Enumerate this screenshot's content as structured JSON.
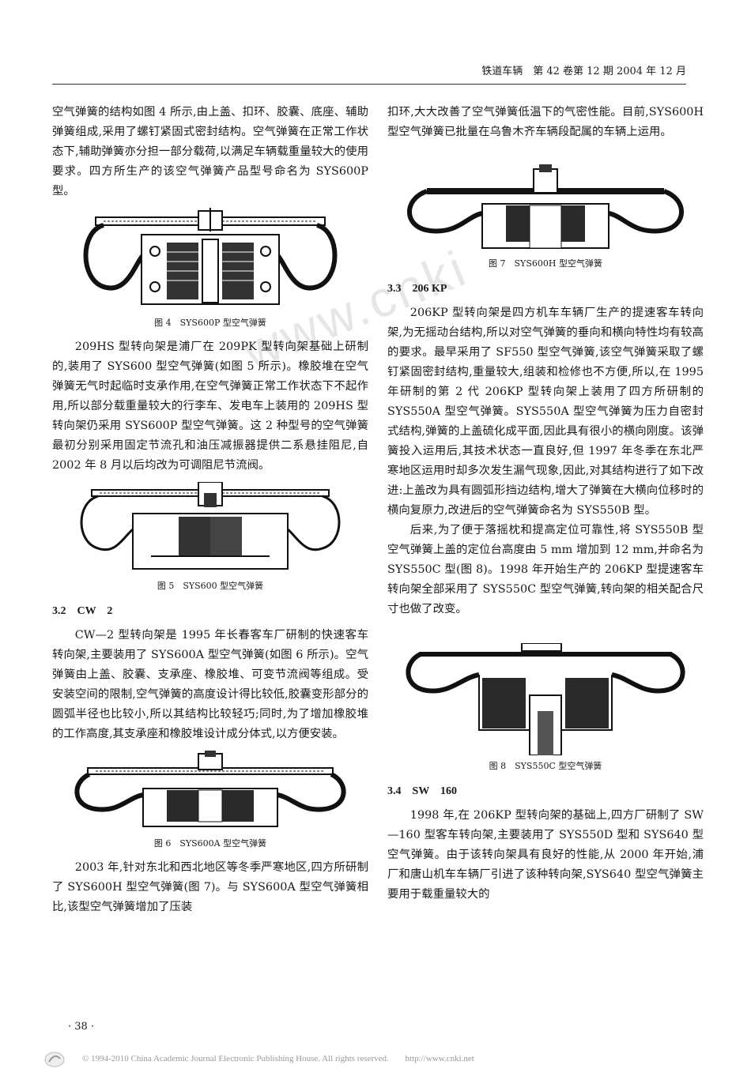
{
  "header": {
    "journal": "铁道车辆　第 42 卷第 12 期 2004 年 12 月"
  },
  "left": {
    "p1": "空气弹簧的结构如图 4 所示,由上盖、扣环、胶囊、底座、辅助弹簧组成,采用了螺钉紧固式密封结构。空气弹簧在正常工作状态下,辅助弹簧亦分担一部分载荷,以满足车辆载重量较大的使用要求。四方所生产的该空气弹簧产品型号命名为 SYS600P 型。",
    "fig4": "图 4　SYS600P 型空气弹簧",
    "p2": "209HS 型转向架是浦厂在 209PK 型转向架基础上研制的,装用了 SYS600 型空气弹簧(如图 5 所示)。橡胶堆在空气弹簧无气时起临时支承作用,在空气弹簧正常工作状态下不起作用,所以部分载重量较大的行李车、发电车上装用的 209HS 型转向架仍采用 SYS600P 型空气弹簧。这 2 种型号的空气弹簧最初分别采用固定节流孔和油压减振器提供二系悬挂阻尼,自 2002 年 8 月以后均改为可调阻尼节流阀。",
    "fig5": "图 5　SYS600 型空气弹簧",
    "sec32": "3.2　CW　2",
    "p3": "CW—2 型转向架是 1995 年长春客车厂研制的快速客车转向架,主要装用了 SYS600A 型空气弹簧(如图 6 所示)。空气弹簧由上盖、胶囊、支承座、橡胶堆、可变节流阀等组成。受安装空间的限制,空气弹簧的高度设计得比较低,胶囊变形部分的圆弧半径也比较小,所以其结构比较轻巧;同时,为了增加橡胶堆的工作高度,其支承座和橡胶堆设计成分体式,以方便安装。",
    "fig6": "图 6　SYS600A 型空气弹簧",
    "p4": "2003 年,针对东北和西北地区等冬季严寒地区,四方所研制了 SYS600H 型空气弹簧(图 7)。与 SYS600A 型空气弹簧相比,该型空气弹簧增加了压装"
  },
  "right": {
    "p1": "扣环,大大改善了空气弹簧低温下的气密性能。目前,SYS600H 型空气弹簧已批量在乌鲁木齐车辆段配属的车辆上运用。",
    "fig7": "图 7　SYS600H 型空气弹簧",
    "sec33": "3.3　206 KP",
    "p2": "206KP 型转向架是四方机车车辆厂生产的提速客车转向架,为无摇动台结构,所以对空气弹簧的垂向和横向特性均有较高的要求。最早采用了 SF550 型空气弹簧,该空气弹簧采取了螺钉紧固密封结构,重量较大,组装和检修也不方便,所以,在 1995 年研制的第 2 代 206KP 型转向架上装用了四方所研制的 SYS550A 型空气弹簧。SYS550A 型空气弹簧为压力自密封式结构,弹簧的上盖硫化成平面,因此具有很小的横向刚度。该弹簧投入运用后,其技术状态一直良好,但 1997 年冬季在东北严寒地区运用时却多次发生漏气现象,因此,对其结构进行了如下改进:上盖改为具有圆弧形挡边结构,增大了弹簧在大横向位移时的横向复原力,改进后的空气弹簧命名为 SYS550B 型。",
    "p3": "后来,为了便于落摇枕和提高定位可靠性,将 SYS550B 型空气弹簧上盖的定位台高度由 5 mm 增加到 12 mm,并命名为 SYS550C 型(图 8)。1998 年开始生产的 206KP 型提速客车转向架全部采用了 SYS550C 型空气弹簧,转向架的相关配合尺寸也做了改变。",
    "fig8": "图 8　SYS550C 型空气弹簧",
    "sec34": "3.4　SW　160",
    "p4": "1998 年,在 206KP 型转向架的基础上,四方厂研制了 SW—160 型客车转向架,主要装用了 SYS550D 型和 SYS640 型空气弹簧。由于该转向架具有良好的性能,从 2000 年开始,浦厂和唐山机车车辆厂引进了该种转向架,SYS640 型空气弹簧主要用于载重量较大的"
  },
  "page_number": "· 38 ·",
  "footer": {
    "copyright": "© 1994-2010 China Academic Journal Electronic Publishing House. All rights reserved.",
    "url": "http://www.cnki.net"
  },
  "watermark": "www.cnki"
}
